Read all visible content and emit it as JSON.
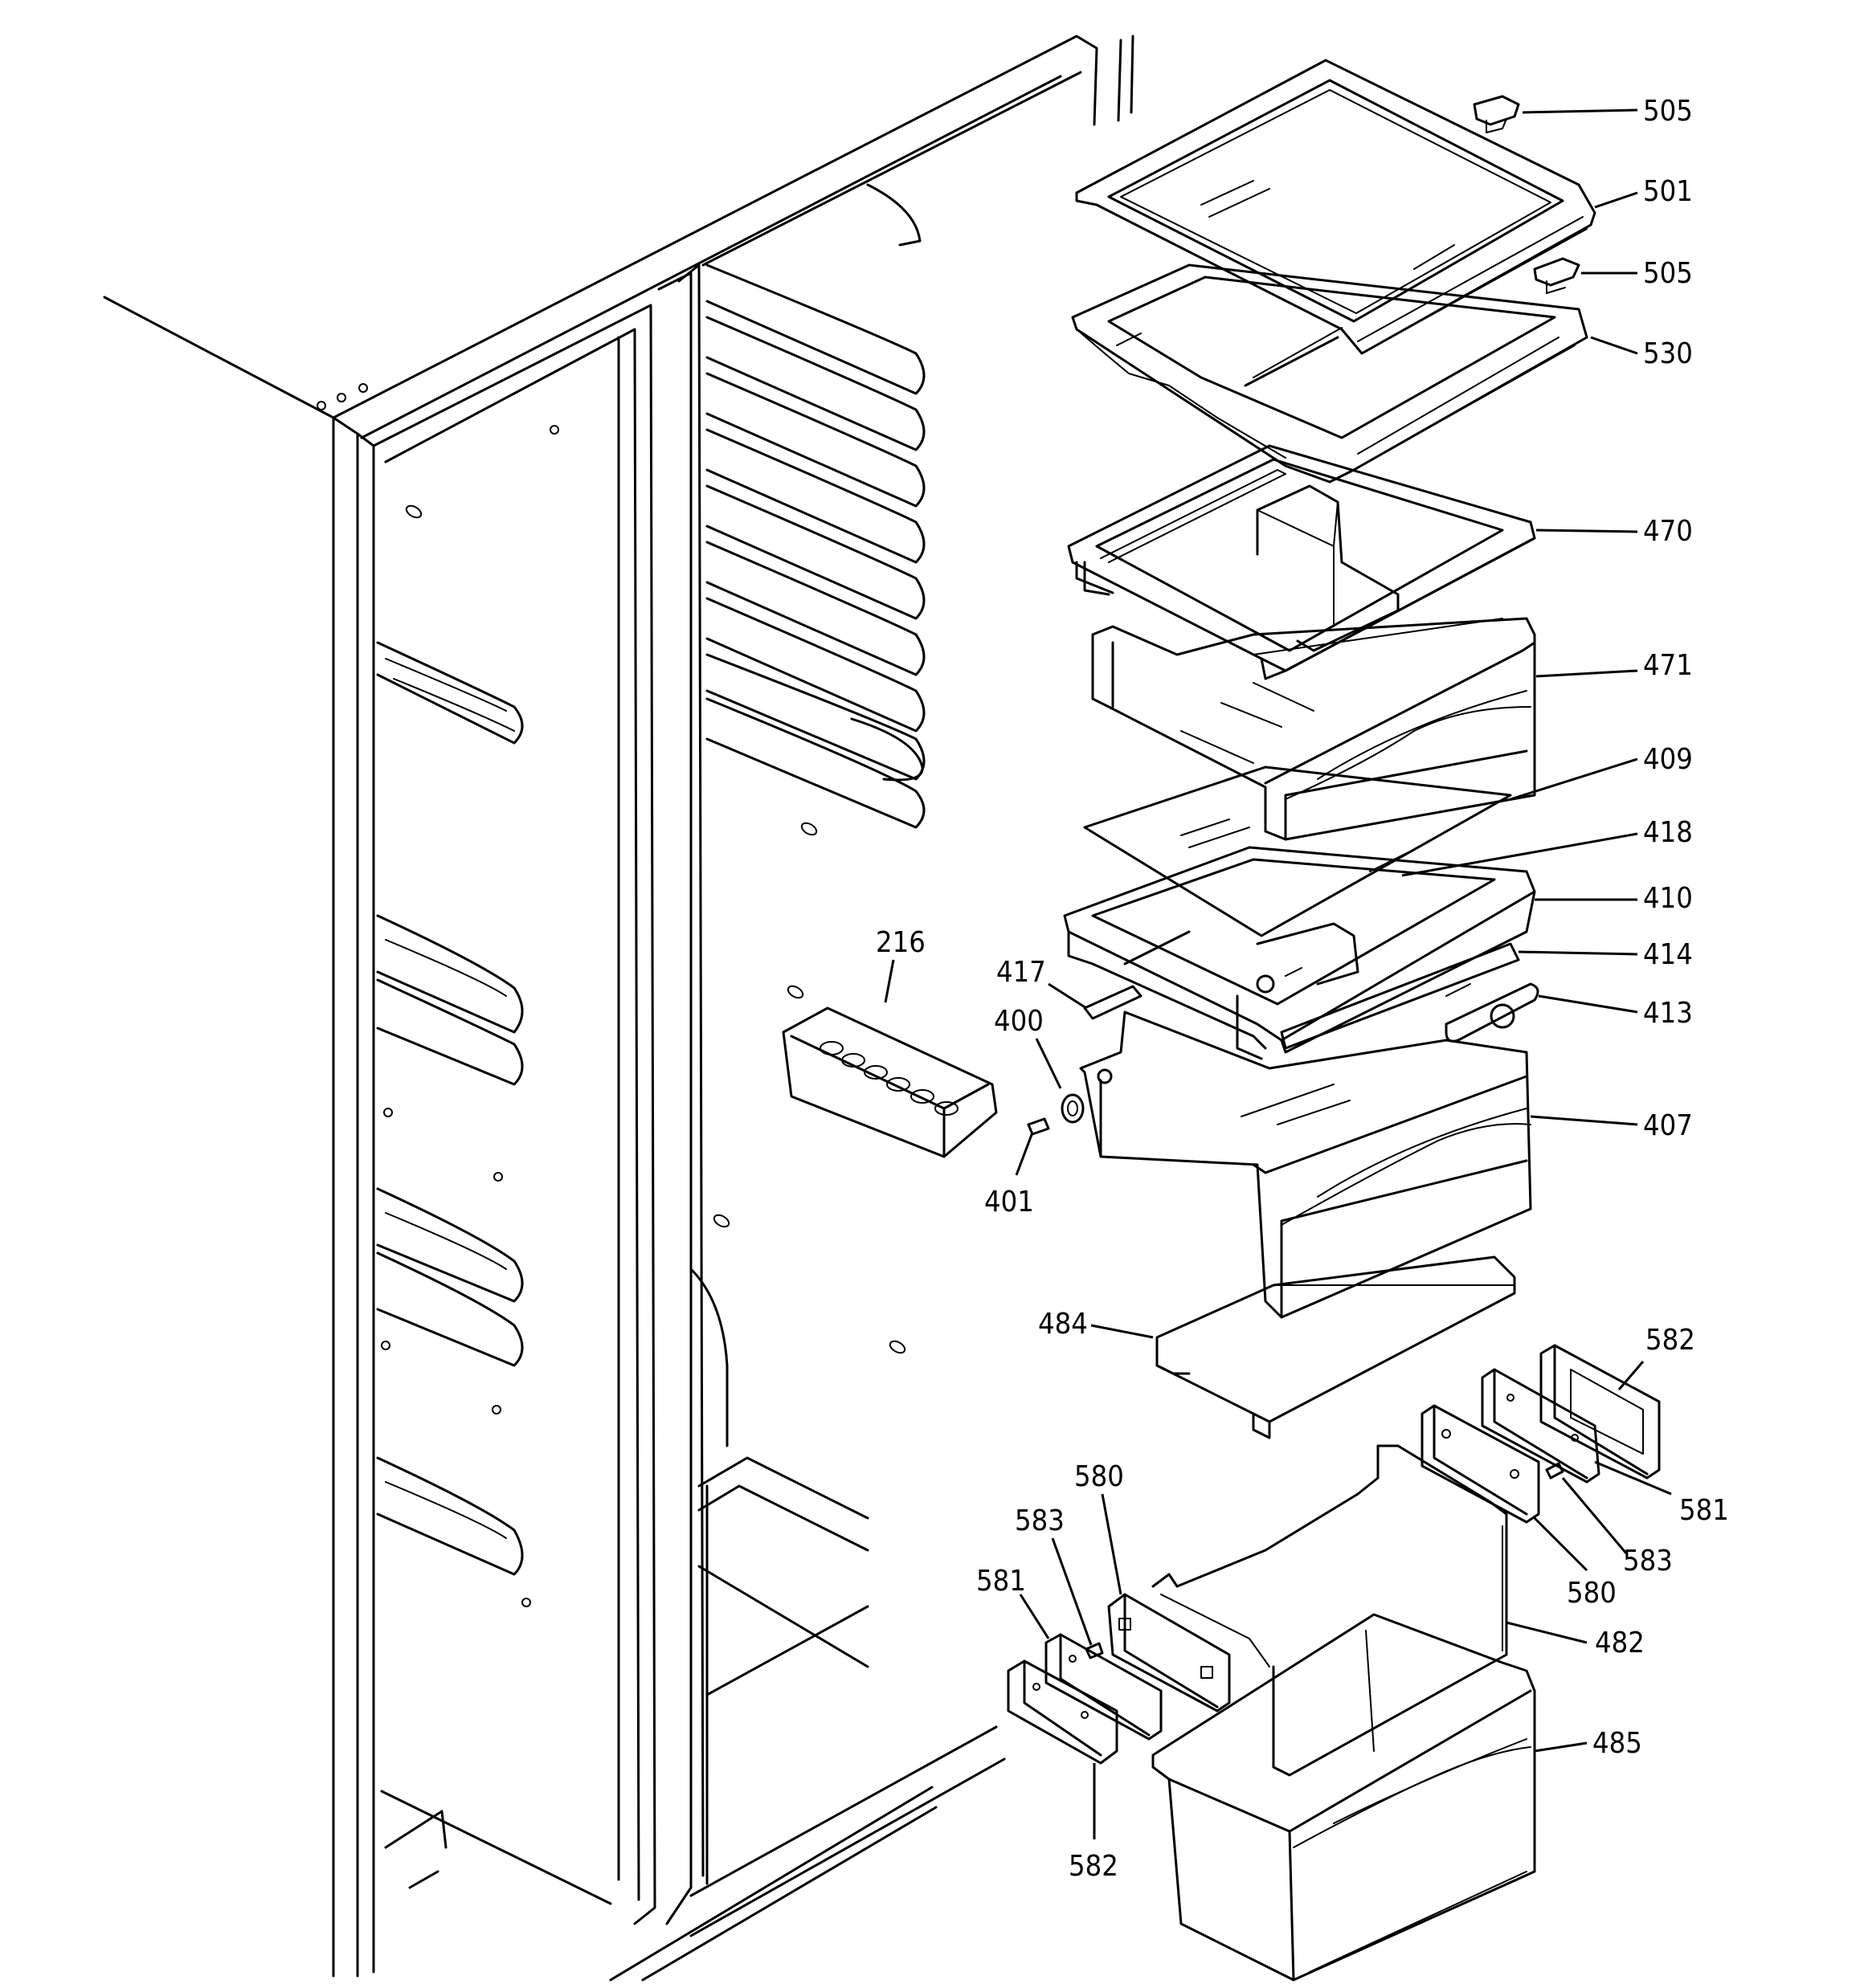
{
  "diagram": {
    "callouts": [
      {
        "id": "c505a",
        "text": "505"
      },
      {
        "id": "c501",
        "text": "501"
      },
      {
        "id": "c505b",
        "text": "505"
      },
      {
        "id": "c530",
        "text": "530"
      },
      {
        "id": "c470",
        "text": "470"
      },
      {
        "id": "c471",
        "text": "471"
      },
      {
        "id": "c409",
        "text": "409"
      },
      {
        "id": "c418",
        "text": "418"
      },
      {
        "id": "c410",
        "text": "410"
      },
      {
        "id": "c414",
        "text": "414"
      },
      {
        "id": "c413",
        "text": "413"
      },
      {
        "id": "c407",
        "text": "407"
      },
      {
        "id": "c216",
        "text": "216"
      },
      {
        "id": "c417",
        "text": "417"
      },
      {
        "id": "c400",
        "text": "400"
      },
      {
        "id": "c401",
        "text": "401"
      },
      {
        "id": "c484",
        "text": "484"
      },
      {
        "id": "c582a",
        "text": "582"
      },
      {
        "id": "c581a",
        "text": "581"
      },
      {
        "id": "c583a",
        "text": "583"
      },
      {
        "id": "c580a",
        "text": "580"
      },
      {
        "id": "c580b",
        "text": "580"
      },
      {
        "id": "c583b",
        "text": "583"
      },
      {
        "id": "c581b",
        "text": "581"
      },
      {
        "id": "c482",
        "text": "482"
      },
      {
        "id": "c485",
        "text": "485"
      },
      {
        "id": "c582b",
        "text": "582"
      }
    ]
  }
}
